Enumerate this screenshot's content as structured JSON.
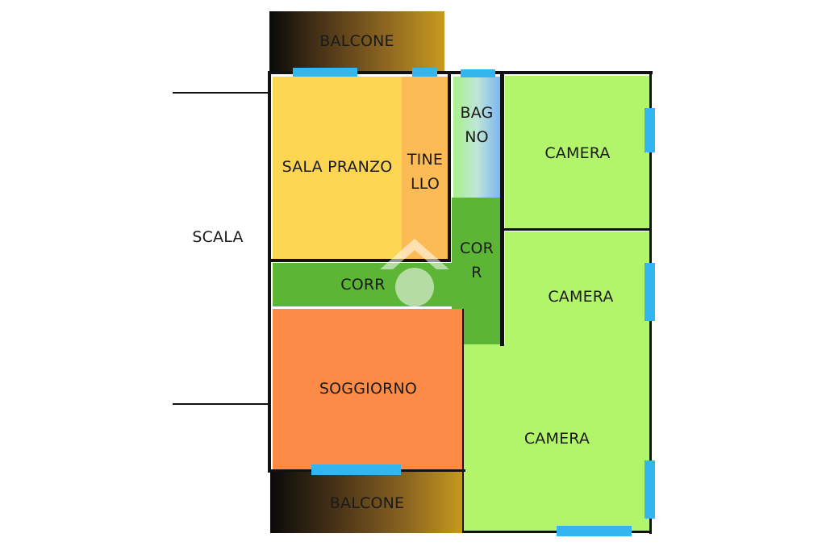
{
  "rooms": {
    "balcone_top": "BALCONE",
    "balcone_bottom": "BALCONE",
    "sala_pranzo": "SALA PRANZO",
    "tinello_line1": "TINE",
    "tinello_line2": "LLO",
    "bagno_line1": "BAG",
    "bagno_line2": "NO",
    "corr_vertical_line1": "COR",
    "corr_vertical_line2": "R",
    "corr_horizontal": "CORR",
    "soggiorno": "SOGGIORNO",
    "camera_1": "CAMERA",
    "camera_2": "CAMERA",
    "camera_3": "CAMERA",
    "scala": "SCALA"
  },
  "colors": {
    "sala_pranzo": "#fcd552",
    "tinello": "#fdbb55",
    "corridoio": "#5cb534",
    "soggiorno": "#fd8b48",
    "camera": "#b3f56a",
    "window": "#33b5f0",
    "wall": "#111111"
  }
}
